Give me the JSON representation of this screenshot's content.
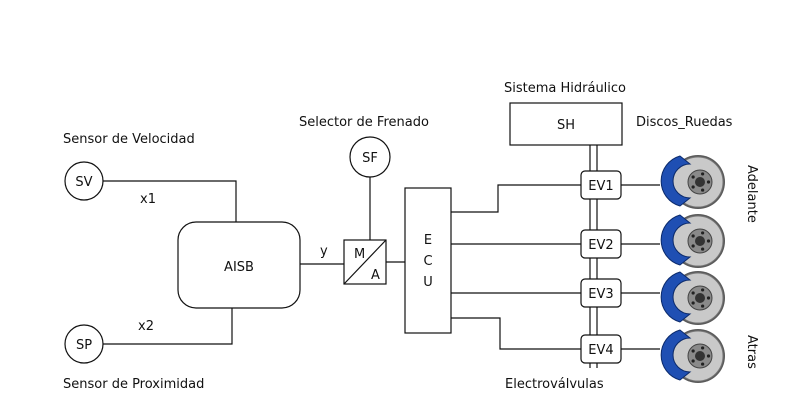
{
  "sensors": {
    "speed": {
      "label": "Sensor de Velocidad",
      "tag": "SV",
      "signal": "x1"
    },
    "proximity": {
      "label": "Sensor de Proximidad",
      "tag": "SP",
      "signal": "x2"
    },
    "brake_selector": {
      "label": "Selector de Frenado",
      "tag": "SF"
    }
  },
  "processing": {
    "aisb": "AISB",
    "aisb_output": "y",
    "switch_top": "M",
    "switch_bottom": "A",
    "ecu_letters": [
      "E",
      "C",
      "U"
    ]
  },
  "hydraulic": {
    "label": "Sistema Hidráulico",
    "tag": "SH"
  },
  "valves": {
    "label": "Electroválvulas",
    "items": [
      "EV1",
      "EV2",
      "EV3",
      "EV4"
    ]
  },
  "wheels": {
    "label": "Discos_Ruedas",
    "front": "Adelante",
    "rear": "Atras",
    "colors": {
      "caliper": "#1f4fb3",
      "disc": "#c9c9c9",
      "hub": "#8a8a8a"
    }
  }
}
